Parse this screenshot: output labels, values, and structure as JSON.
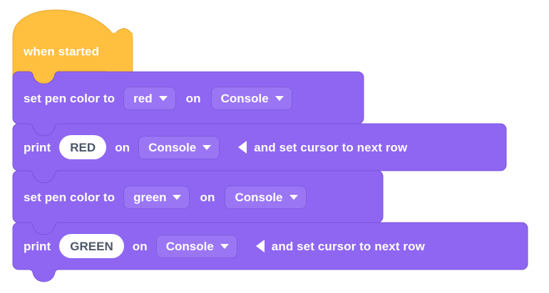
{
  "workspace": {
    "background_color": "#ffffff",
    "name": "block-program-workspace"
  },
  "palette": {
    "event_block_color": "#ffbf3f",
    "event_block_stroke": "#e0a32f",
    "console_block_color": "#8f66f2",
    "console_block_stroke": "#7a52dd",
    "field_color": "#9a76f5",
    "field_stroke": "#7f5de0",
    "input_background": "#ffffff",
    "input_text_color": "#4c5569",
    "label_text_color": "#ffffff"
  },
  "script": {
    "hat": {
      "label": "when started"
    },
    "blocks": [
      {
        "id": "set-pen-color-red",
        "label_start": "set pen color to",
        "color_dropdown": {
          "value": "red",
          "icon": "chevron-down-icon"
        },
        "label_on": "on",
        "device_dropdown": {
          "value": "Console",
          "icon": "chevron-down-icon"
        }
      },
      {
        "id": "print-red",
        "label_start": "print",
        "text_input": {
          "value": "RED"
        },
        "label_on": "on",
        "device_dropdown": {
          "value": "Console",
          "icon": "chevron-down-icon"
        },
        "expand_icon": "triangle-left-icon",
        "label_tail": "and set cursor to next row"
      },
      {
        "id": "set-pen-color-green",
        "label_start": "set pen color to",
        "color_dropdown": {
          "value": "green",
          "icon": "chevron-down-icon"
        },
        "label_on": "on",
        "device_dropdown": {
          "value": "Console",
          "icon": "chevron-down-icon"
        }
      },
      {
        "id": "print-green",
        "label_start": "print",
        "text_input": {
          "value": "GREEN"
        },
        "label_on": "on",
        "device_dropdown": {
          "value": "Console",
          "icon": "chevron-down-icon"
        },
        "expand_icon": "triangle-left-icon",
        "label_tail": "and set cursor to next row"
      }
    ]
  }
}
